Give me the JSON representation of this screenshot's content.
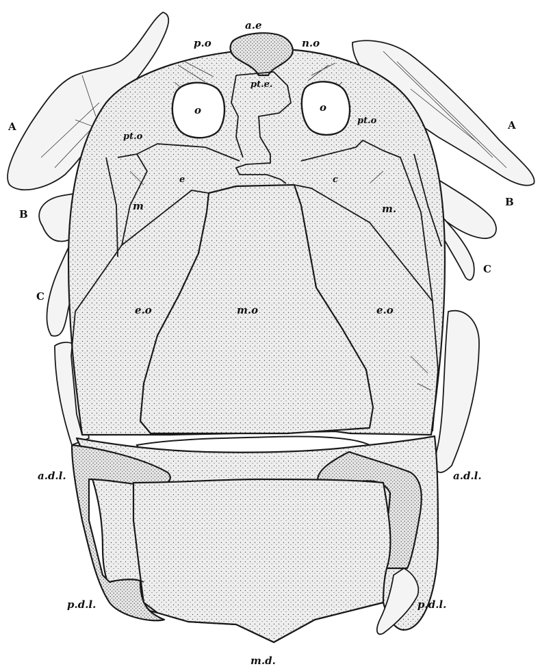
{
  "figure": {
    "labels": {
      "ae": "a.e",
      "po": "p.o",
      "no": "n.o",
      "pte": "pt.e.",
      "o_left": "o",
      "o_right": "o",
      "pto_left": "pt.o",
      "pto_right": "pt.o",
      "e_left": "e",
      "e_right": "c",
      "m_left": "m",
      "m_right": "m.",
      "eo_left": "e.o",
      "eo_right": "e.o",
      "mo": "m.o",
      "adl_left": "a.d.l.",
      "adl_right": "a.d.l.",
      "pdl_left": "p.d.l.",
      "pdl_right": "p.d.l.",
      "md": "m.d.",
      "A_left": "A",
      "A_right": "A",
      "B_left": "B",
      "B_right": "B",
      "C_left": "C",
      "C_right": "C"
    }
  }
}
